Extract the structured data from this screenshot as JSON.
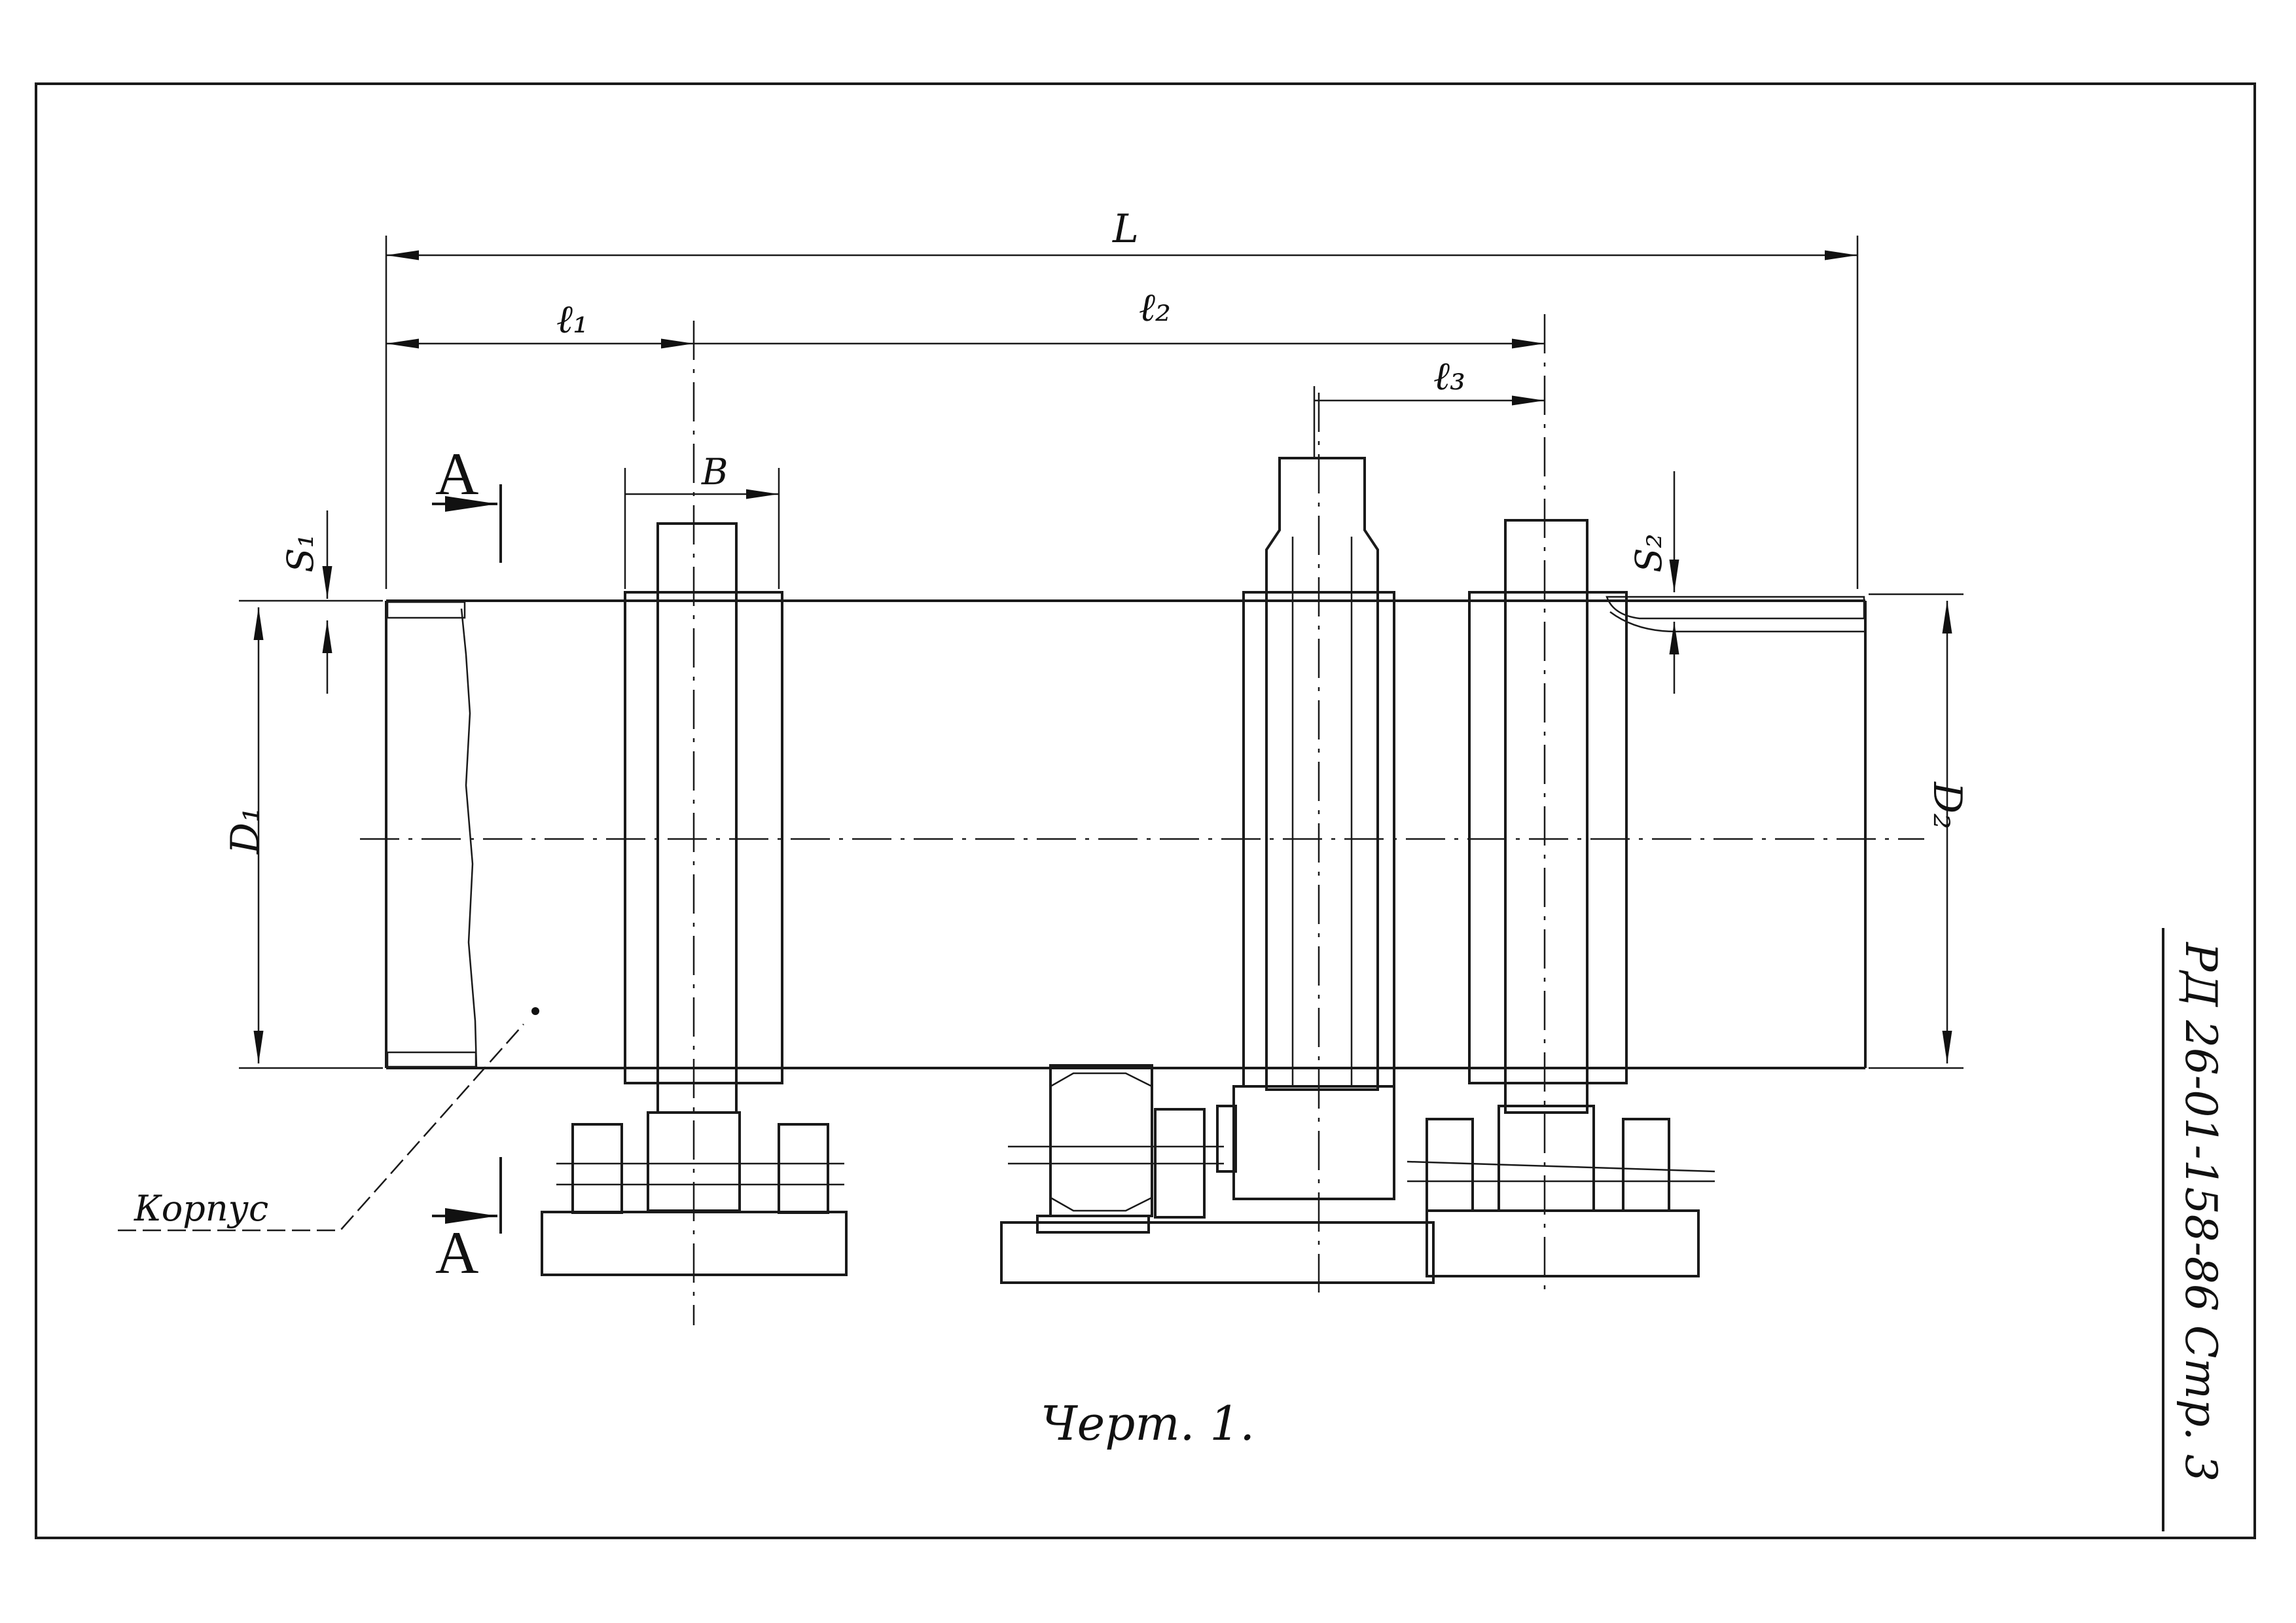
{
  "drawing": {
    "section_marker": "А",
    "dims": {
      "overall_length": "L",
      "l1": "ℓ₁",
      "l2": "ℓ₂",
      "l3": "ℓ₃",
      "width": "B",
      "s1": "S₁",
      "s2": "S₂",
      "d1": "D₁",
      "d2": "D₂"
    },
    "leader_label": "Корпус",
    "caption": "Черт. 1.",
    "doc_code": "РД 26-01-158-86   Стр. 3"
  }
}
